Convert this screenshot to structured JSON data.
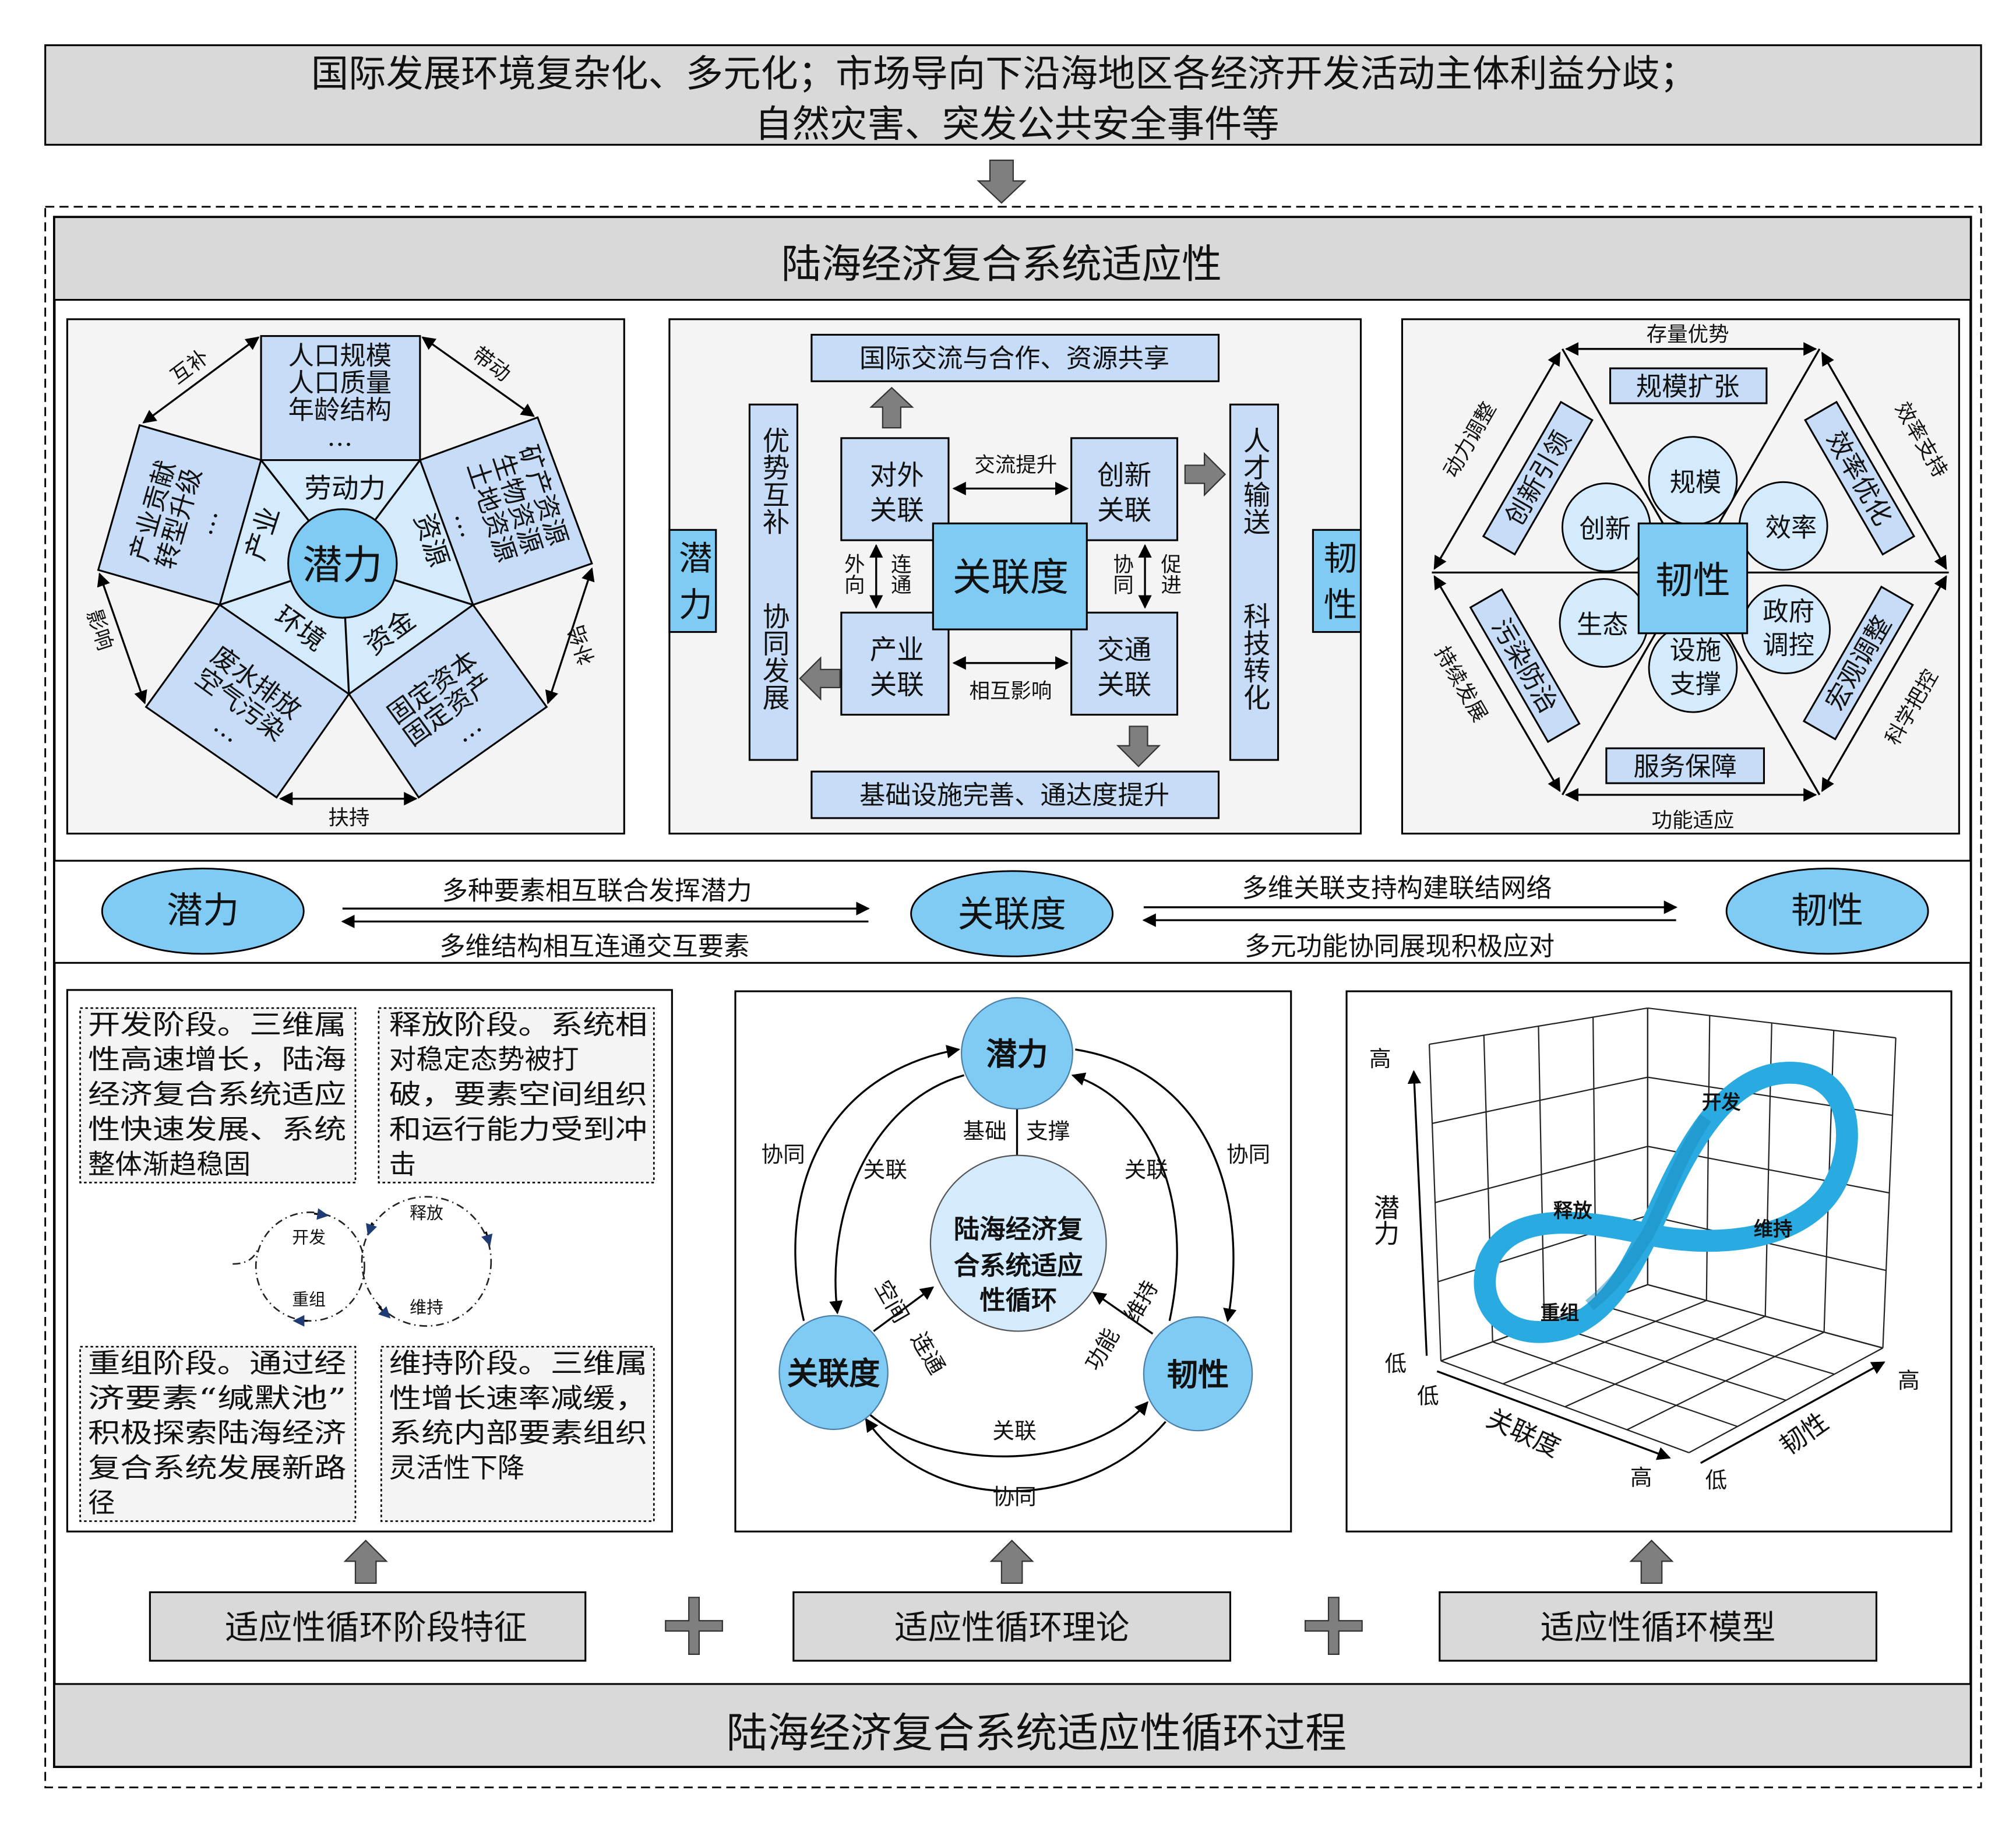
{
  "header": {
    "line1": "国际发展环境复杂化、多元化；市场导向下沿海地区各经济开发活动主体利益分歧；",
    "line2": "自然灾害、突发公共安全事件等"
  },
  "section_title": "陆海经济复合系统适应性",
  "footer_title": "陆海经济复合系统适应性循环过程",
  "colors": {
    "box_blue": "#c6dcf7",
    "light_blue": "#d3ebfc",
    "accent_blue": "#7fcbf4",
    "gray": "#d9d9d9",
    "ribbon": "#29abe2"
  },
  "potential_panel": {
    "center": "潜力",
    "segments": [
      "劳动力",
      "资源",
      "资金",
      "环境",
      "产业"
    ],
    "top_box": [
      "人口规模",
      "人口质量",
      "年龄结构",
      "…"
    ],
    "right_box": [
      "矿产资源",
      "生物资源",
      "土地资源",
      "…"
    ],
    "lower_right_box": [
      "固定资本",
      "固定资产",
      "…"
    ],
    "lower_left_box": [
      "废水排放",
      "空气污染",
      "…"
    ],
    "left_box": [
      "产业贡献",
      "转型升级",
      "…"
    ],
    "relations": {
      "top_left": "互补",
      "top_right": "带动",
      "right": "补给",
      "bottom": "扶持",
      "left": "影响"
    }
  },
  "connectivity_panel": {
    "top_box": "国际交流与合作、资源共享",
    "bottom_box": "基础设施完善、通达度提升",
    "center": "关联度",
    "nodes": [
      "对外\n关联",
      "创新\n关联",
      "产业\n关联",
      "交通\n关联"
    ],
    "node_lines": [
      [
        "对外",
        "关联"
      ],
      [
        "创新",
        "关联"
      ],
      [
        "产业",
        "关联"
      ],
      [
        "交通",
        "关联"
      ]
    ],
    "edge_top": "交流提升",
    "edge_bottom": "相互影响",
    "edge_left": [
      "外向",
      "连通"
    ],
    "edge_right": [
      "协同",
      "促进"
    ],
    "left_column": [
      "优势互补",
      "协同发展"
    ],
    "right_column": [
      "人才输送",
      "科技转化"
    ],
    "left_tag": "潜力",
    "right_tag": "韧性"
  },
  "resilience_panel": {
    "center": "韧性",
    "petals": [
      "规模",
      "效率",
      "政府\n调控",
      "设施\n支撑",
      "生态",
      "创新"
    ],
    "petal_lines": [
      [
        "规模"
      ],
      [
        "效率"
      ],
      [
        "政府",
        "调控"
      ],
      [
        "设施",
        "支撑"
      ],
      [
        "生态"
      ],
      [
        "创新"
      ]
    ],
    "boxes": [
      "规模扩张",
      "效率优化",
      "宏观调整",
      "服务保障",
      "污染防治",
      "创新引领"
    ],
    "edges": {
      "top": "存量优势",
      "upper_right": "效率支持",
      "lower_right": "科学把控",
      "bottom": "功能适应",
      "lower_left": "持续发展",
      "upper_left": "动力调整"
    }
  },
  "link_band": {
    "left_node": "潜力",
    "middle_node": "关联度",
    "right_node": "韧性",
    "left_forward": "多种要素相互联合发挥潜力",
    "left_backward": "多维结构相互连通交互要素",
    "right_forward": "多维关联支持构建联结网络",
    "right_backward": "多元功能协同展现积极应对"
  },
  "stages_panel": {
    "development": [
      "开发阶段。三维属",
      "性高速增长，陆海",
      "经济复合系统适应",
      "性快速发展、系统",
      "整体渐趋稳固"
    ],
    "release": [
      "释放阶段。系统相",
      "对稳定态势被打",
      "破，要素空间组织",
      "和运行能力受到冲",
      "击"
    ],
    "reorganization": [
      "重组阶段。通过经",
      "济要素“缄默池”",
      "积极探索陆海经济",
      "复合系统发展新路",
      "径"
    ],
    "maintenance": [
      "维持阶段。三维属",
      "性增长速率减缓，",
      "系统内部要素组织",
      "灵活性下降"
    ],
    "cycle_labels": {
      "dev": "开发",
      "reorg": "重组",
      "release": "释放",
      "maintain": "维持"
    }
  },
  "theory_panel": {
    "center": [
      "陆海经济复",
      "合系统适应",
      "性循环"
    ],
    "potential": "潜力",
    "connectivity": "关联度",
    "resilience": "韧性",
    "labels": {
      "left_outer": "协同",
      "left_inner": "关联",
      "right_inner": "关联",
      "right_outer": "协同",
      "spoke_top_left": "基础",
      "spoke_top_right": "支撑",
      "spoke_left_a": "空间",
      "spoke_left_b": "连通",
      "spoke_right_a": "功能",
      "spoke_right_b": "维持",
      "bottom_inner": "关联",
      "bottom_outer": "协同"
    }
  },
  "model_panel": {
    "y_axis": "潜力",
    "x_axis": "关联度",
    "z_axis": "韧性",
    "high": "高",
    "low": "低",
    "phases": {
      "dev": "开发",
      "release": "释放",
      "maintain": "维持",
      "reorg": "重组"
    }
  },
  "bottom_labels": [
    "适应性循环阶段特征",
    "适应性循环理论",
    "适应性循环模型"
  ]
}
